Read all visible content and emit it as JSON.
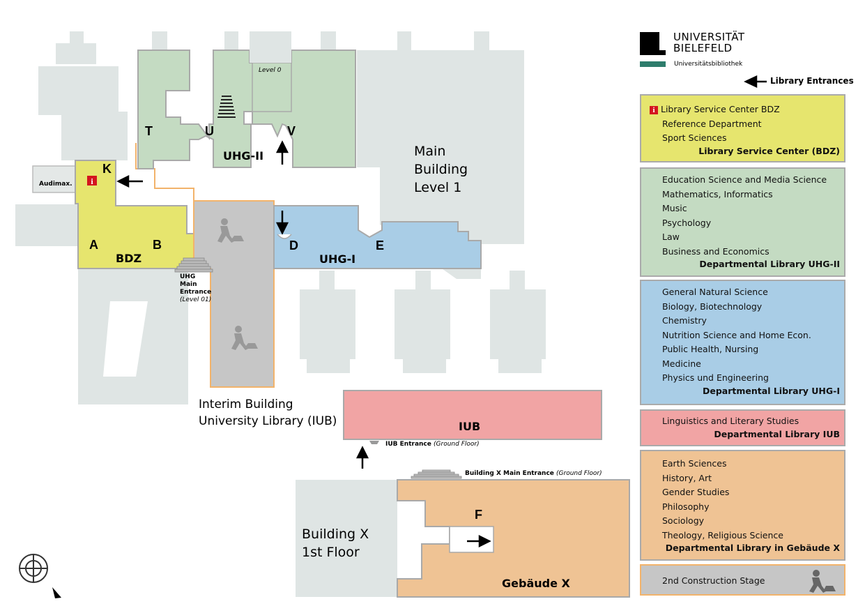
{
  "logo": {
    "line1": "UNIVERSITÄT",
    "line2": "BIELEFELD",
    "line3": "Universitätsbibliothek"
  },
  "colors": {
    "bdz": "#e6e56e",
    "uhg2": "#c4dbc2",
    "uhg1": "#a9cde6",
    "iub": "#f1a4a4",
    "gebaeude_x": "#efc394",
    "construction": "#c6c6c6",
    "background_building": "#dfe5e4",
    "accent_orange": "#f2b36b",
    "info_red": "#d4151e"
  },
  "legend_header": "Library Entrances",
  "legend": [
    {
      "key": "bdz",
      "items": [
        "Library Service Center BDZ",
        "Reference Department",
        "Sport Sciences"
      ],
      "title": "Library Service Center (BDZ)"
    },
    {
      "key": "uhg2",
      "items": [
        "Education Science and Media Science",
        "Mathematics, Informatics",
        "Music",
        "Psychology",
        "Law",
        "Business and Economics"
      ],
      "title": "Departmental Library UHG-II"
    },
    {
      "key": "uhg1",
      "items": [
        "General Natural Science",
        "Biology, Biotechnology",
        "Chemistry",
        "Nutrition Science and Home Econ.",
        "Public Health, Nursing",
        "Medicine",
        "Physics und Engineering"
      ],
      "title": "Departmental Library UHG-I"
    },
    {
      "key": "iub",
      "items": [
        "Linguistics and Literary Studies"
      ],
      "title": "Departmental Library IUB"
    },
    {
      "key": "gebaeude_x",
      "items": [
        "Earth Sciences",
        "History, Art",
        "Gender Studies",
        "Philosophy",
        "Sociology",
        "Theology, Religious Science"
      ],
      "title": "Departmental Library in Gebäude X"
    }
  ],
  "construction_label": "2nd Construction Stage",
  "map_labels": {
    "letter_t": "T",
    "letter_u": "U",
    "letter_v": "V",
    "letter_k": "K",
    "letter_a": "A",
    "letter_b": "B",
    "letter_d": "D",
    "letter_e": "E",
    "letter_f": "F",
    "uhg2": "UHG-II",
    "uhg1": "UHG-I",
    "bdz": "BDZ",
    "iub": "IUB",
    "gebaeude_x": "Gebäude X",
    "audimax": "Audimax.",
    "level0": "Level 0",
    "main_building_1": "Main",
    "main_building_2": "Building",
    "main_building_3": "Level 1",
    "uhg_entrance_1": "UHG",
    "uhg_entrance_2": "Main",
    "uhg_entrance_3": "Entrance",
    "uhg_entrance_4": "(Level 01)",
    "iub_title_1": "Interim Building",
    "iub_title_2": "University Library (IUB)",
    "iub_entrance": "IUB Entrance",
    "iub_entrance_floor": "(Ground Floor)",
    "bx_entrance": "Building X Main Entrance",
    "bx_entrance_floor": "(Ground Floor)",
    "building_x_1": "Building X",
    "building_x_2": "1st Floor"
  }
}
